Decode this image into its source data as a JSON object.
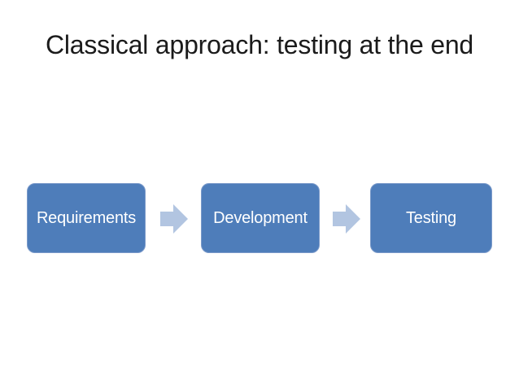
{
  "colors": {
    "slide_bg": "#ffffff",
    "title_color": "#1b1b1b",
    "box_fill": "#4e7dba",
    "box_border": "#7b9aca",
    "box_text_color": "#ffffff",
    "arrow_fill": "#b2c5e1"
  },
  "slide": {
    "title": "Classical approach: testing at the end"
  },
  "process": {
    "type": "linear-flow",
    "steps": [
      {
        "label": "Requirements"
      },
      {
        "label": "Development"
      },
      {
        "label": "Testing"
      }
    ],
    "connector": "right-arrow"
  }
}
